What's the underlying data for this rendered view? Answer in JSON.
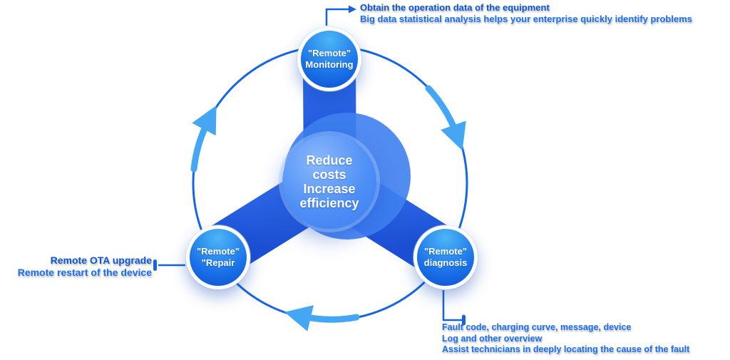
{
  "diagram": {
    "title_hint": "remote services cycle diagram",
    "center": {
      "label": "Reduce\ncosts\nIncrease\nefficiency"
    },
    "nodes": {
      "monitoring": {
        "label": "\"Remote\"\nMonitoring"
      },
      "repair": {
        "label": "\"Remote\"\n\"Repair"
      },
      "diagnosis": {
        "label": "\"Remote\"\ndiagnosis"
      }
    },
    "annotations": {
      "monitoring": {
        "line1": "Obtain the operation data of the equipment",
        "line2": "Big data statistical analysis helps your enterprise quickly identify problems"
      },
      "repair": {
        "line1": "Remote OTA upgrade",
        "line2": "Remote restart of the device"
      },
      "diagnosis": {
        "line1": "Fault code, charging curve, message, device",
        "line2": "Log and other overview",
        "line3": "Assist technicians in deeply locating the cause of the fault"
      }
    },
    "colors": {
      "ring_blue": "#1566e2",
      "rotation_arrow_blue": "#45a7f3",
      "spoke_blue_top": "#2e6ae8",
      "spoke_blue_bottom": "#1c4fd4",
      "node_blue_light": "#4cb5f6",
      "node_blue_deep": "#0d50d2",
      "annotation_blue": "#1a6ef5",
      "annotation_blue_dark": "#0d55d2"
    }
  }
}
